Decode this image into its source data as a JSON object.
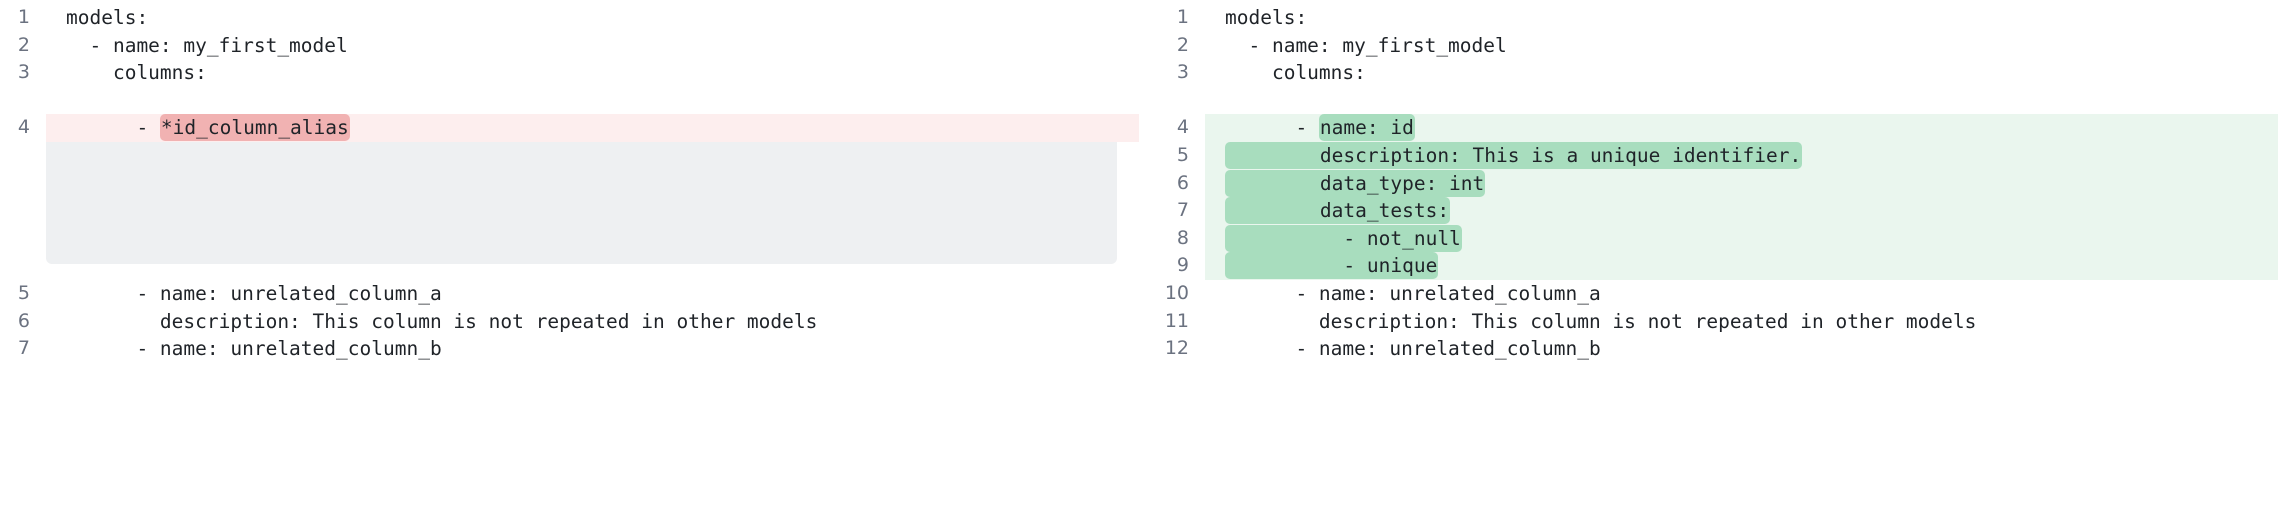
{
  "diff": {
    "type": "side-by-side-code-diff",
    "language": "yaml",
    "colors": {
      "deletion_row_bg": "#fdeeee",
      "deletion_word_bg": "#f1b2b2",
      "addition_row_bg": "#eaf6ee",
      "addition_word_bg": "#a8ddbe",
      "placeholder_bg": "#eef0f2",
      "gutter_text": "#6b7280",
      "code_text": "#1f2328",
      "page_bg": "#ffffff"
    },
    "left": {
      "label": "before",
      "lines": [
        {
          "num": "1",
          "kind": "plain",
          "segments": [
            {
              "text": "models:",
              "mark": "none"
            }
          ]
        },
        {
          "num": "2",
          "kind": "plain",
          "segments": [
            {
              "text": "  - name: my_first_model",
              "mark": "none"
            }
          ]
        },
        {
          "num": "3",
          "kind": "plain",
          "segments": [
            {
              "text": "    columns:",
              "mark": "none"
            }
          ]
        },
        {
          "num": "",
          "kind": "plain",
          "segments": [
            {
              "text": "",
              "mark": "none"
            }
          ]
        },
        {
          "num": "4",
          "kind": "del",
          "segments": [
            {
              "text": "      - ",
              "mark": "none"
            },
            {
              "text": "*id_column_alias",
              "mark": "del"
            }
          ]
        },
        {
          "num": "",
          "kind": "pad",
          "segments": [
            {
              "text": "",
              "mark": "none"
            }
          ]
        },
        {
          "num": "",
          "kind": "pad",
          "segments": [
            {
              "text": "",
              "mark": "none"
            }
          ]
        },
        {
          "num": "",
          "kind": "pad",
          "segments": [
            {
              "text": "",
              "mark": "none"
            }
          ]
        },
        {
          "num": "",
          "kind": "pad",
          "segments": [
            {
              "text": "",
              "mark": "none"
            }
          ]
        },
        {
          "num": "",
          "kind": "pad",
          "segments": [
            {
              "text": "",
              "mark": "none"
            }
          ]
        },
        {
          "num": "5",
          "kind": "plain",
          "segments": [
            {
              "text": "      - name: unrelated_column_a",
              "mark": "none"
            }
          ]
        },
        {
          "num": "6",
          "kind": "plain",
          "segments": [
            {
              "text": "        description: This column is not repeated in other models",
              "mark": "none"
            }
          ]
        },
        {
          "num": "7",
          "kind": "plain",
          "segments": [
            {
              "text": "      - name: unrelated_column_b",
              "mark": "none"
            }
          ]
        }
      ]
    },
    "right": {
      "label": "after",
      "lines": [
        {
          "num": "1",
          "kind": "plain",
          "segments": [
            {
              "text": "models:",
              "mark": "none"
            }
          ]
        },
        {
          "num": "2",
          "kind": "plain",
          "segments": [
            {
              "text": "  - name: my_first_model",
              "mark": "none"
            }
          ]
        },
        {
          "num": "3",
          "kind": "plain",
          "segments": [
            {
              "text": "    columns:",
              "mark": "none"
            }
          ]
        },
        {
          "num": "",
          "kind": "plain",
          "segments": [
            {
              "text": "",
              "mark": "none"
            }
          ]
        },
        {
          "num": "4",
          "kind": "add",
          "segments": [
            {
              "text": "      - ",
              "mark": "none"
            },
            {
              "text": "name: id",
              "mark": "add"
            }
          ]
        },
        {
          "num": "5",
          "kind": "add",
          "segments": [
            {
              "text": "        description: This is a unique identifier.",
              "mark": "add"
            }
          ]
        },
        {
          "num": "6",
          "kind": "add",
          "segments": [
            {
              "text": "        data_type: int",
              "mark": "add"
            }
          ]
        },
        {
          "num": "7",
          "kind": "add",
          "segments": [
            {
              "text": "        data_tests:",
              "mark": "add"
            }
          ]
        },
        {
          "num": "8",
          "kind": "add",
          "segments": [
            {
              "text": "          - not_null",
              "mark": "add"
            }
          ]
        },
        {
          "num": "9",
          "kind": "add",
          "segments": [
            {
              "text": "          - unique",
              "mark": "add"
            }
          ]
        },
        {
          "num": "10",
          "kind": "plain",
          "segments": [
            {
              "text": "      - name: unrelated_column_a",
              "mark": "none"
            }
          ]
        },
        {
          "num": "11",
          "kind": "plain",
          "segments": [
            {
              "text": "        description: This column is not repeated in other models",
              "mark": "none"
            }
          ]
        },
        {
          "num": "12",
          "kind": "plain",
          "segments": [
            {
              "text": "      - name: unrelated_column_b",
              "mark": "none"
            }
          ]
        }
      ]
    }
  }
}
